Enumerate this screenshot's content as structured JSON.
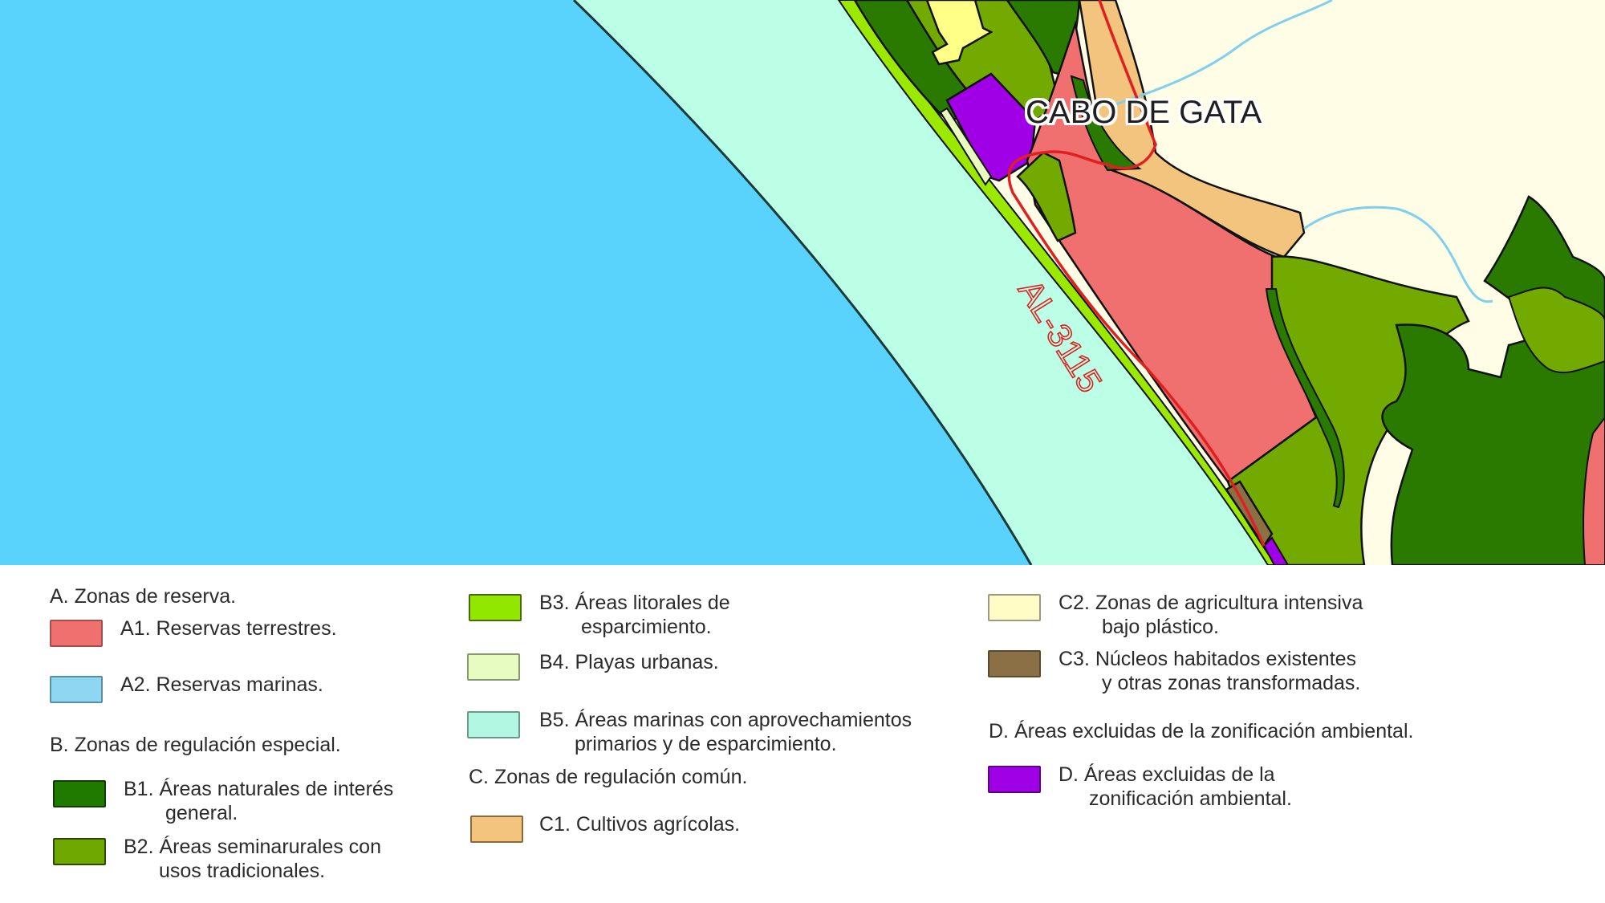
{
  "map": {
    "place_label": "CABO DE GATA",
    "road_label": "AL-3115",
    "colors": {
      "marine_reserve": "#5ad3fc",
      "marine_areas_b5": "#baffe6",
      "terrestrial_reserve_a1": "#f07070",
      "natural_interest_b1": "#2a7a00",
      "seminatural_b2": "#72aa00",
      "coastal_leisure_b3": "#9be800",
      "urban_beaches_b4": "#e8fcc0",
      "agricultural_c1": "#f2c47e",
      "intensive_agri_c2": "#fffde6",
      "plastic_yellow": "#ffff88",
      "settlements_c3": "#8b7045",
      "excluded_d": "#a000e6",
      "road": "#e02020",
      "river": "#7fd0ee"
    }
  },
  "legend": {
    "sections": {
      "A": "A. Zonas de reserva.",
      "B": "B. Zonas de regulación especial.",
      "C": "C. Zonas de regulación común.",
      "D": "D. Áreas excluidas de la zonificación ambiental."
    },
    "items": [
      {
        "code": "A1",
        "line1": "A1. Reservas terrestres.",
        "line2": "",
        "color": "#f07070"
      },
      {
        "code": "A2",
        "line1": "A2. Reservas marinas.",
        "line2": "",
        "color": "#8fd6f2"
      },
      {
        "code": "B1",
        "line1": "B1. Áreas naturales de interés",
        "line2": "general.",
        "color": "#217a00"
      },
      {
        "code": "B2",
        "line1": "B2. Áreas seminarurales con",
        "line2": "usos tradicionales.",
        "color": "#6ea800"
      },
      {
        "code": "B3",
        "line1": "B3. Áreas litorales de",
        "line2": "esparcimiento.",
        "color": "#93e600"
      },
      {
        "code": "B4",
        "line1": "B4. Playas urbanas.",
        "line2": "",
        "color": "#e6fcc0"
      },
      {
        "code": "B5",
        "line1": "B5. Áreas marinas con aprovechamientos",
        "line2": "primarios y de esparcimiento.",
        "color": "#b2f7e2"
      },
      {
        "code": "C1",
        "line1": "C1. Cultivos agrícolas.",
        "line2": "",
        "color": "#f2c47e"
      },
      {
        "code": "C2",
        "line1": "C2. Zonas de agricultura intensiva",
        "line2": "bajo plástico.",
        "color": "#fffcc6"
      },
      {
        "code": "C3",
        "line1": "C3. Núcleos habitados existentes",
        "line2": "y otras zonas transformadas.",
        "color": "#8b7045"
      },
      {
        "code": "D",
        "line1": "D. Áreas excluidas de la",
        "line2": "zonificación ambiental.",
        "color": "#a000e6"
      }
    ]
  }
}
